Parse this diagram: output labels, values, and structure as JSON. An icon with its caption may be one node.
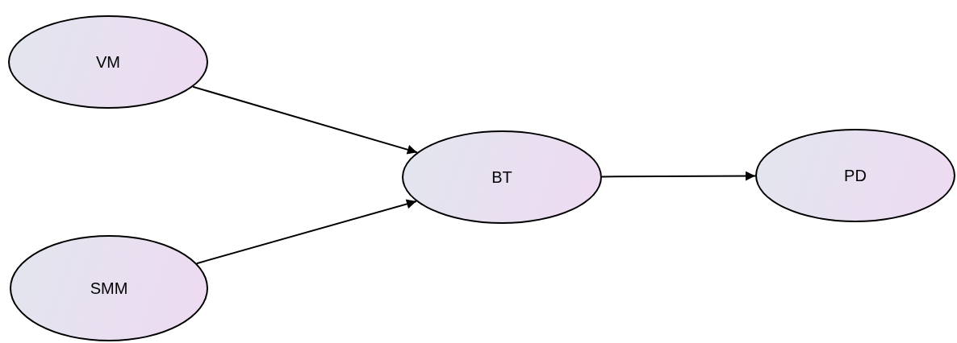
{
  "diagram": {
    "nodes": [
      {
        "text": [
          "VM"
        ]
      },
      {
        "text": [
          "SMM"
        ]
      },
      {
        "text": [
          "BT"
        ]
      },
      {
        "text": [
          "PD"
        ]
      }
    ],
    "edges": [
      {
        "from": 0,
        "to": 2,
        "arrow": "to"
      },
      {
        "from": 1,
        "to": 2,
        "arrow": "to"
      },
      {
        "from": 2,
        "to": 3,
        "arrow": "to"
      }
    ]
  }
}
